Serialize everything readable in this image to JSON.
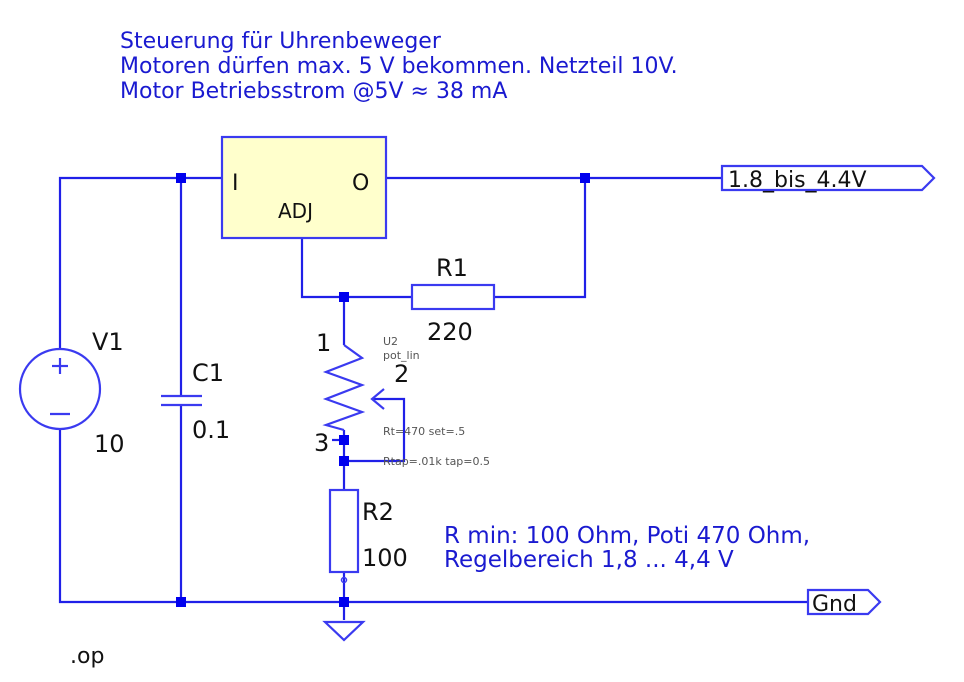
{
  "notes": {
    "header_lines": [
      "Steuerung für Uhrenbeweger",
      "Motoren dürfen max. 5 V bekommen. Netzteil 10V.",
      "Motor Betriebsstrom @5V ≈ 38 mA"
    ],
    "range_lines": [
      "R min: 100 Ohm, Poti 470 Ohm,",
      "Regelbereich 1,8 ... 4,4 V"
    ],
    "directive": ".op"
  },
  "components": {
    "regulator": {
      "pin_in": "I",
      "pin_out": "O",
      "pin_adj": "ADJ",
      "fill": "#ffffcc"
    },
    "v1": {
      "name": "V1",
      "value": "10",
      "plus": "+",
      "minus": "–"
    },
    "c1": {
      "name": "C1",
      "value": "0.1"
    },
    "r1": {
      "name": "R1",
      "value": "220"
    },
    "r2": {
      "name": "R2",
      "value": "100"
    },
    "u2": {
      "name": "U2",
      "model": "pot_lin",
      "pin1": "1",
      "pin2": "2",
      "pin3": "3",
      "param1": "Rt=470 set=.5",
      "param2": "Rtap=.01k tap=0.5"
    }
  },
  "net_labels": {
    "output": "1.8_bis_4.4V",
    "ground": "Gnd"
  },
  "colors": {
    "wire": "#2020e8",
    "note_text": "#1a1ad0",
    "junction": "#0000ee"
  }
}
